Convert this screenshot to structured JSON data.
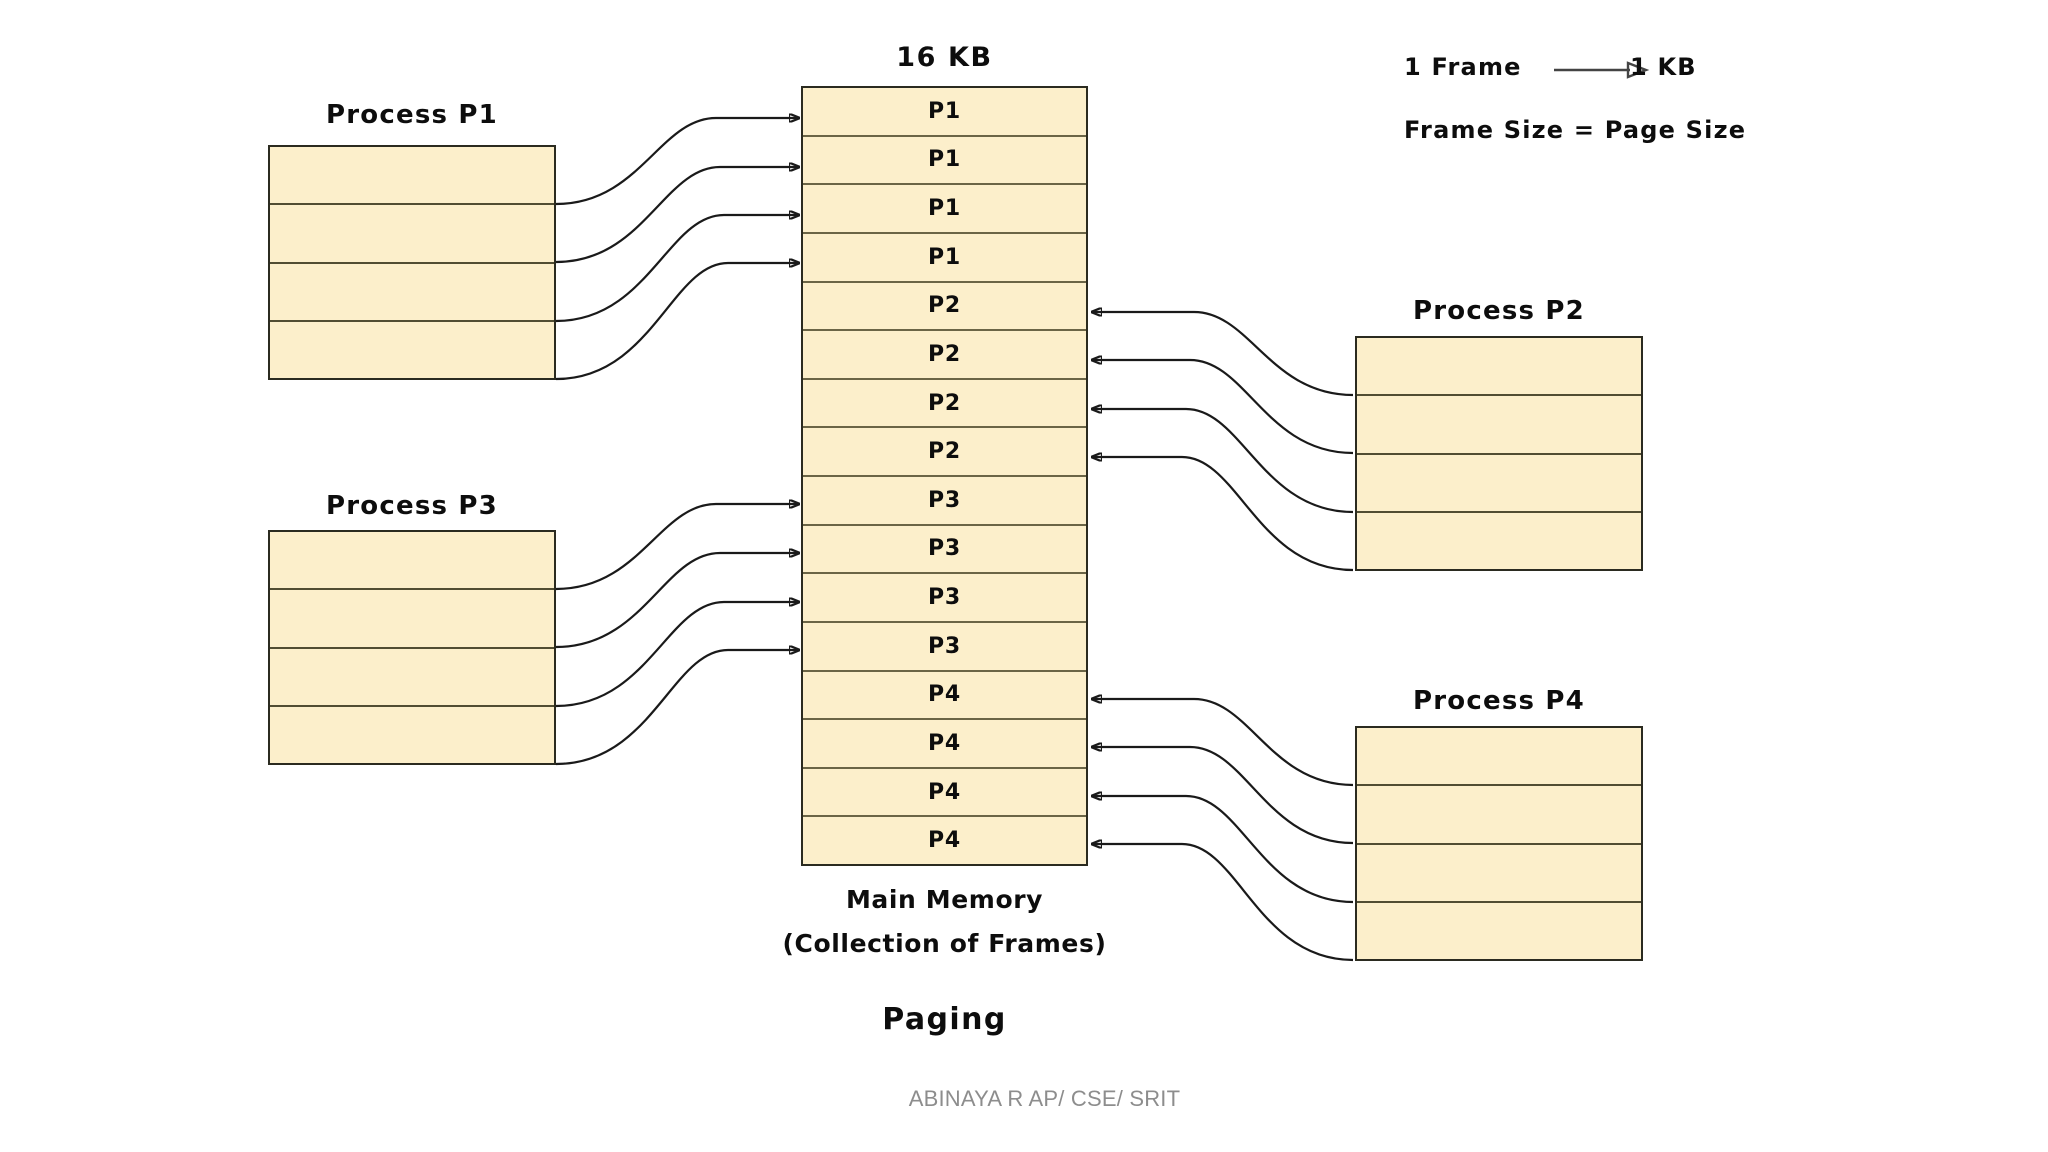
{
  "diagram": {
    "title": "Paging",
    "footer_credit": "ABINAYA R AP/ CSE/ SRIT"
  },
  "legend": {
    "frame_text": "1 Frame",
    "kb_text": "1 KB",
    "arrow_icon": "right-arrow-icon",
    "equation": "Frame Size = Page Size"
  },
  "main_memory": {
    "size_label": "16 KB",
    "caption_line1": "Main Memory",
    "caption_line2": "(Collection of Frames)",
    "frame_count": 16,
    "frames": [
      {
        "label": "P1"
      },
      {
        "label": "P1"
      },
      {
        "label": "P1"
      },
      {
        "label": "P1"
      },
      {
        "label": "P2"
      },
      {
        "label": "P2"
      },
      {
        "label": "P2"
      },
      {
        "label": "P2"
      },
      {
        "label": "P3"
      },
      {
        "label": "P3"
      },
      {
        "label": "P3"
      },
      {
        "label": "P3"
      },
      {
        "label": "P4"
      },
      {
        "label": "P4"
      },
      {
        "label": "P4"
      },
      {
        "label": "P4"
      }
    ]
  },
  "processes": [
    {
      "id": "p1",
      "label": "Process P1",
      "side": "left",
      "page_count": 4,
      "pages": [
        "",
        "",
        "",
        ""
      ]
    },
    {
      "id": "p2",
      "label": "Process P2",
      "side": "right",
      "page_count": 4,
      "pages": [
        "",
        "",
        "",
        ""
      ]
    },
    {
      "id": "p3",
      "label": "Process P3",
      "side": "left",
      "page_count": 4,
      "pages": [
        "",
        "",
        "",
        ""
      ]
    },
    {
      "id": "p4",
      "label": "Process P4",
      "side": "right",
      "page_count": 4,
      "pages": [
        "",
        "",
        "",
        ""
      ]
    }
  ],
  "colors": {
    "box_fill": "#fcefcb",
    "box_border": "#2b2b20",
    "cell_divider": "#6b6546",
    "text": "#0d0d0d",
    "arrow": "#1a1a1a",
    "footer_text": "#8d8d8d",
    "background": "#ffffff"
  }
}
